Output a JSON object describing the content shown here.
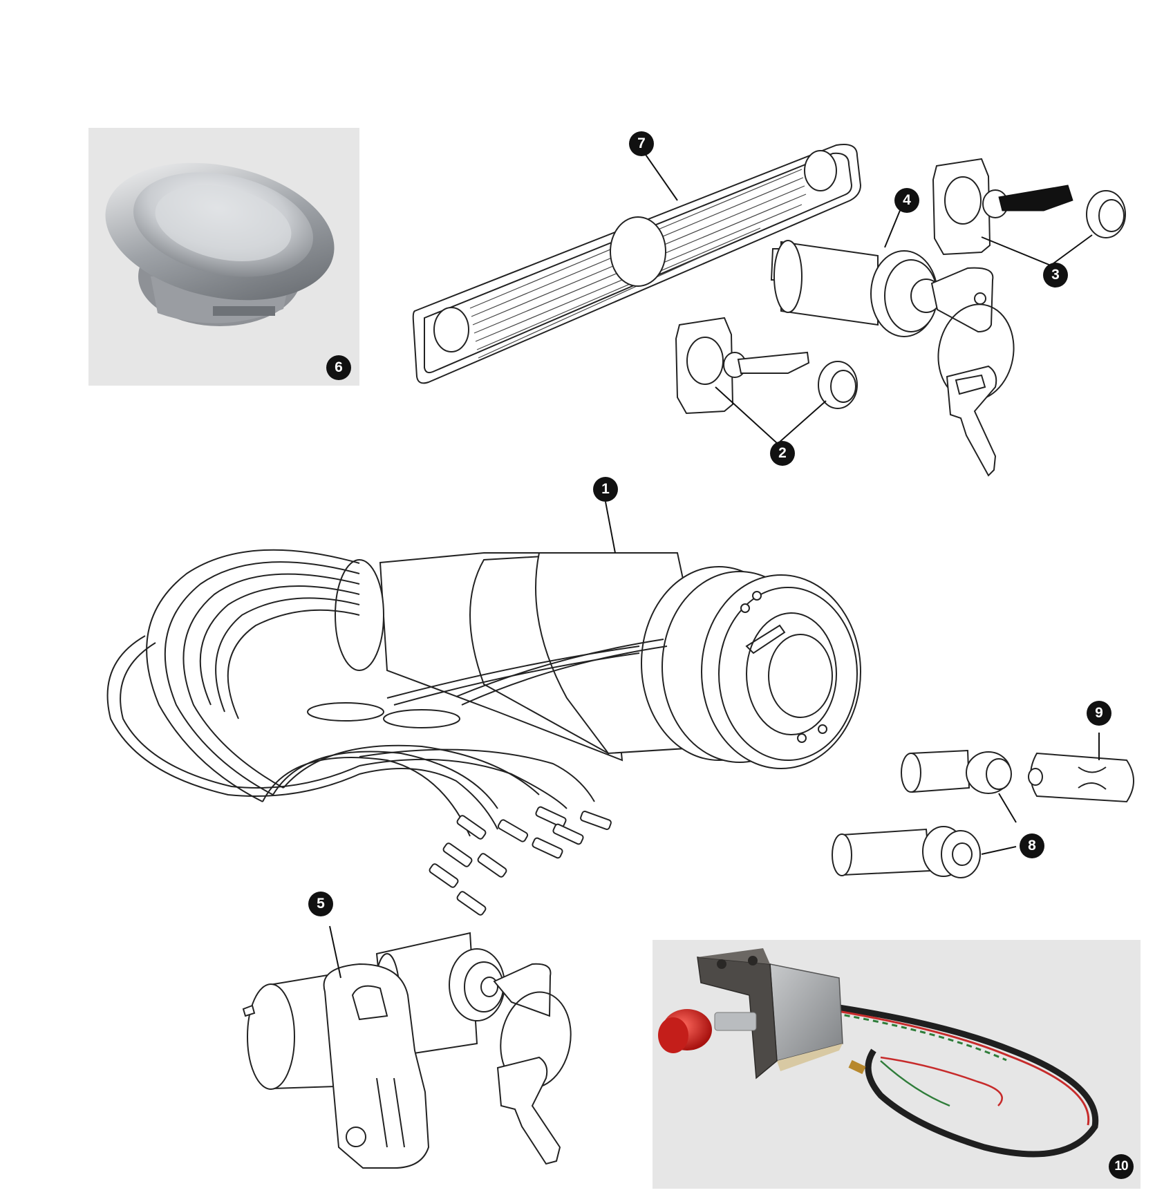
{
  "callouts": [
    {
      "id": "1",
      "label": "1"
    },
    {
      "id": "2",
      "label": "2"
    },
    {
      "id": "3",
      "label": "3"
    },
    {
      "id": "4",
      "label": "4"
    },
    {
      "id": "5",
      "label": "5"
    },
    {
      "id": "6",
      "label": "6"
    },
    {
      "id": "7",
      "label": "7"
    },
    {
      "id": "8",
      "label": "8"
    },
    {
      "id": "9",
      "label": "9"
    },
    {
      "id": "10",
      "label": "10"
    }
  ],
  "colors": {
    "callout_fill": "#111111",
    "callout_text": "#ffffff",
    "photo_panel": "#e6e6e6",
    "chrome": "#c9ccd0",
    "red_knob": "#d0231f",
    "metal_body": "#a7a9ab",
    "bracket": "#4d4a47"
  },
  "icons": {
    "part_6": "chrome-cap-icon",
    "part_10": "push-switch-harness-icon"
  }
}
